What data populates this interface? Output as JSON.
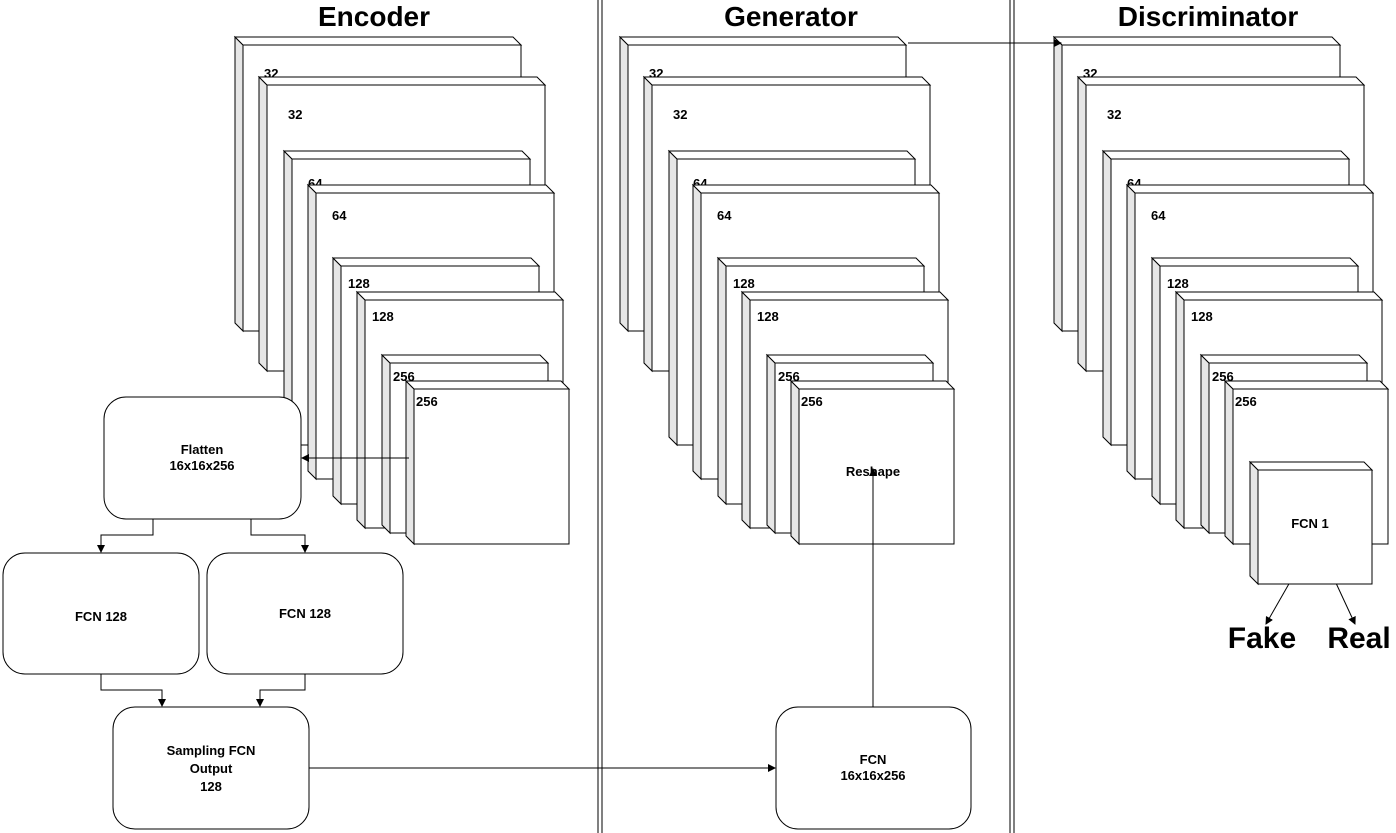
{
  "sections": {
    "encoder": {
      "title": "Encoder"
    },
    "generator": {
      "title": "Generator"
    },
    "discriminator": {
      "title": "Discriminator"
    }
  },
  "layer_labels": {
    "encoder": [
      "32",
      "32",
      "64",
      "64",
      "128",
      "128",
      "256",
      "256"
    ],
    "generator": [
      "32",
      "32",
      "64",
      "64",
      "128",
      "128",
      "256",
      "256"
    ],
    "discriminator": [
      "32",
      "32",
      "64",
      "64",
      "128",
      "128",
      "256",
      "256"
    ]
  },
  "encoder_boxes": {
    "flatten": [
      "Flatten",
      "16x16x256"
    ],
    "fcn_mu": [
      "FCN 128"
    ],
    "fcn_sigma": [
      "FCN 128"
    ],
    "sampling": [
      "Sampling FCN",
      "Output",
      "128"
    ]
  },
  "generator_boxes": {
    "fcn": [
      "FCN",
      "16x16x256"
    ],
    "reshape": "Reshape"
  },
  "discriminator_boxes": {
    "fcn1": "FCN 1",
    "outputs": [
      "Fake",
      "Real"
    ]
  },
  "colors": {
    "stroke": "#000000",
    "block_face": "#ffffff",
    "block_side": "#e6e6e6"
  }
}
